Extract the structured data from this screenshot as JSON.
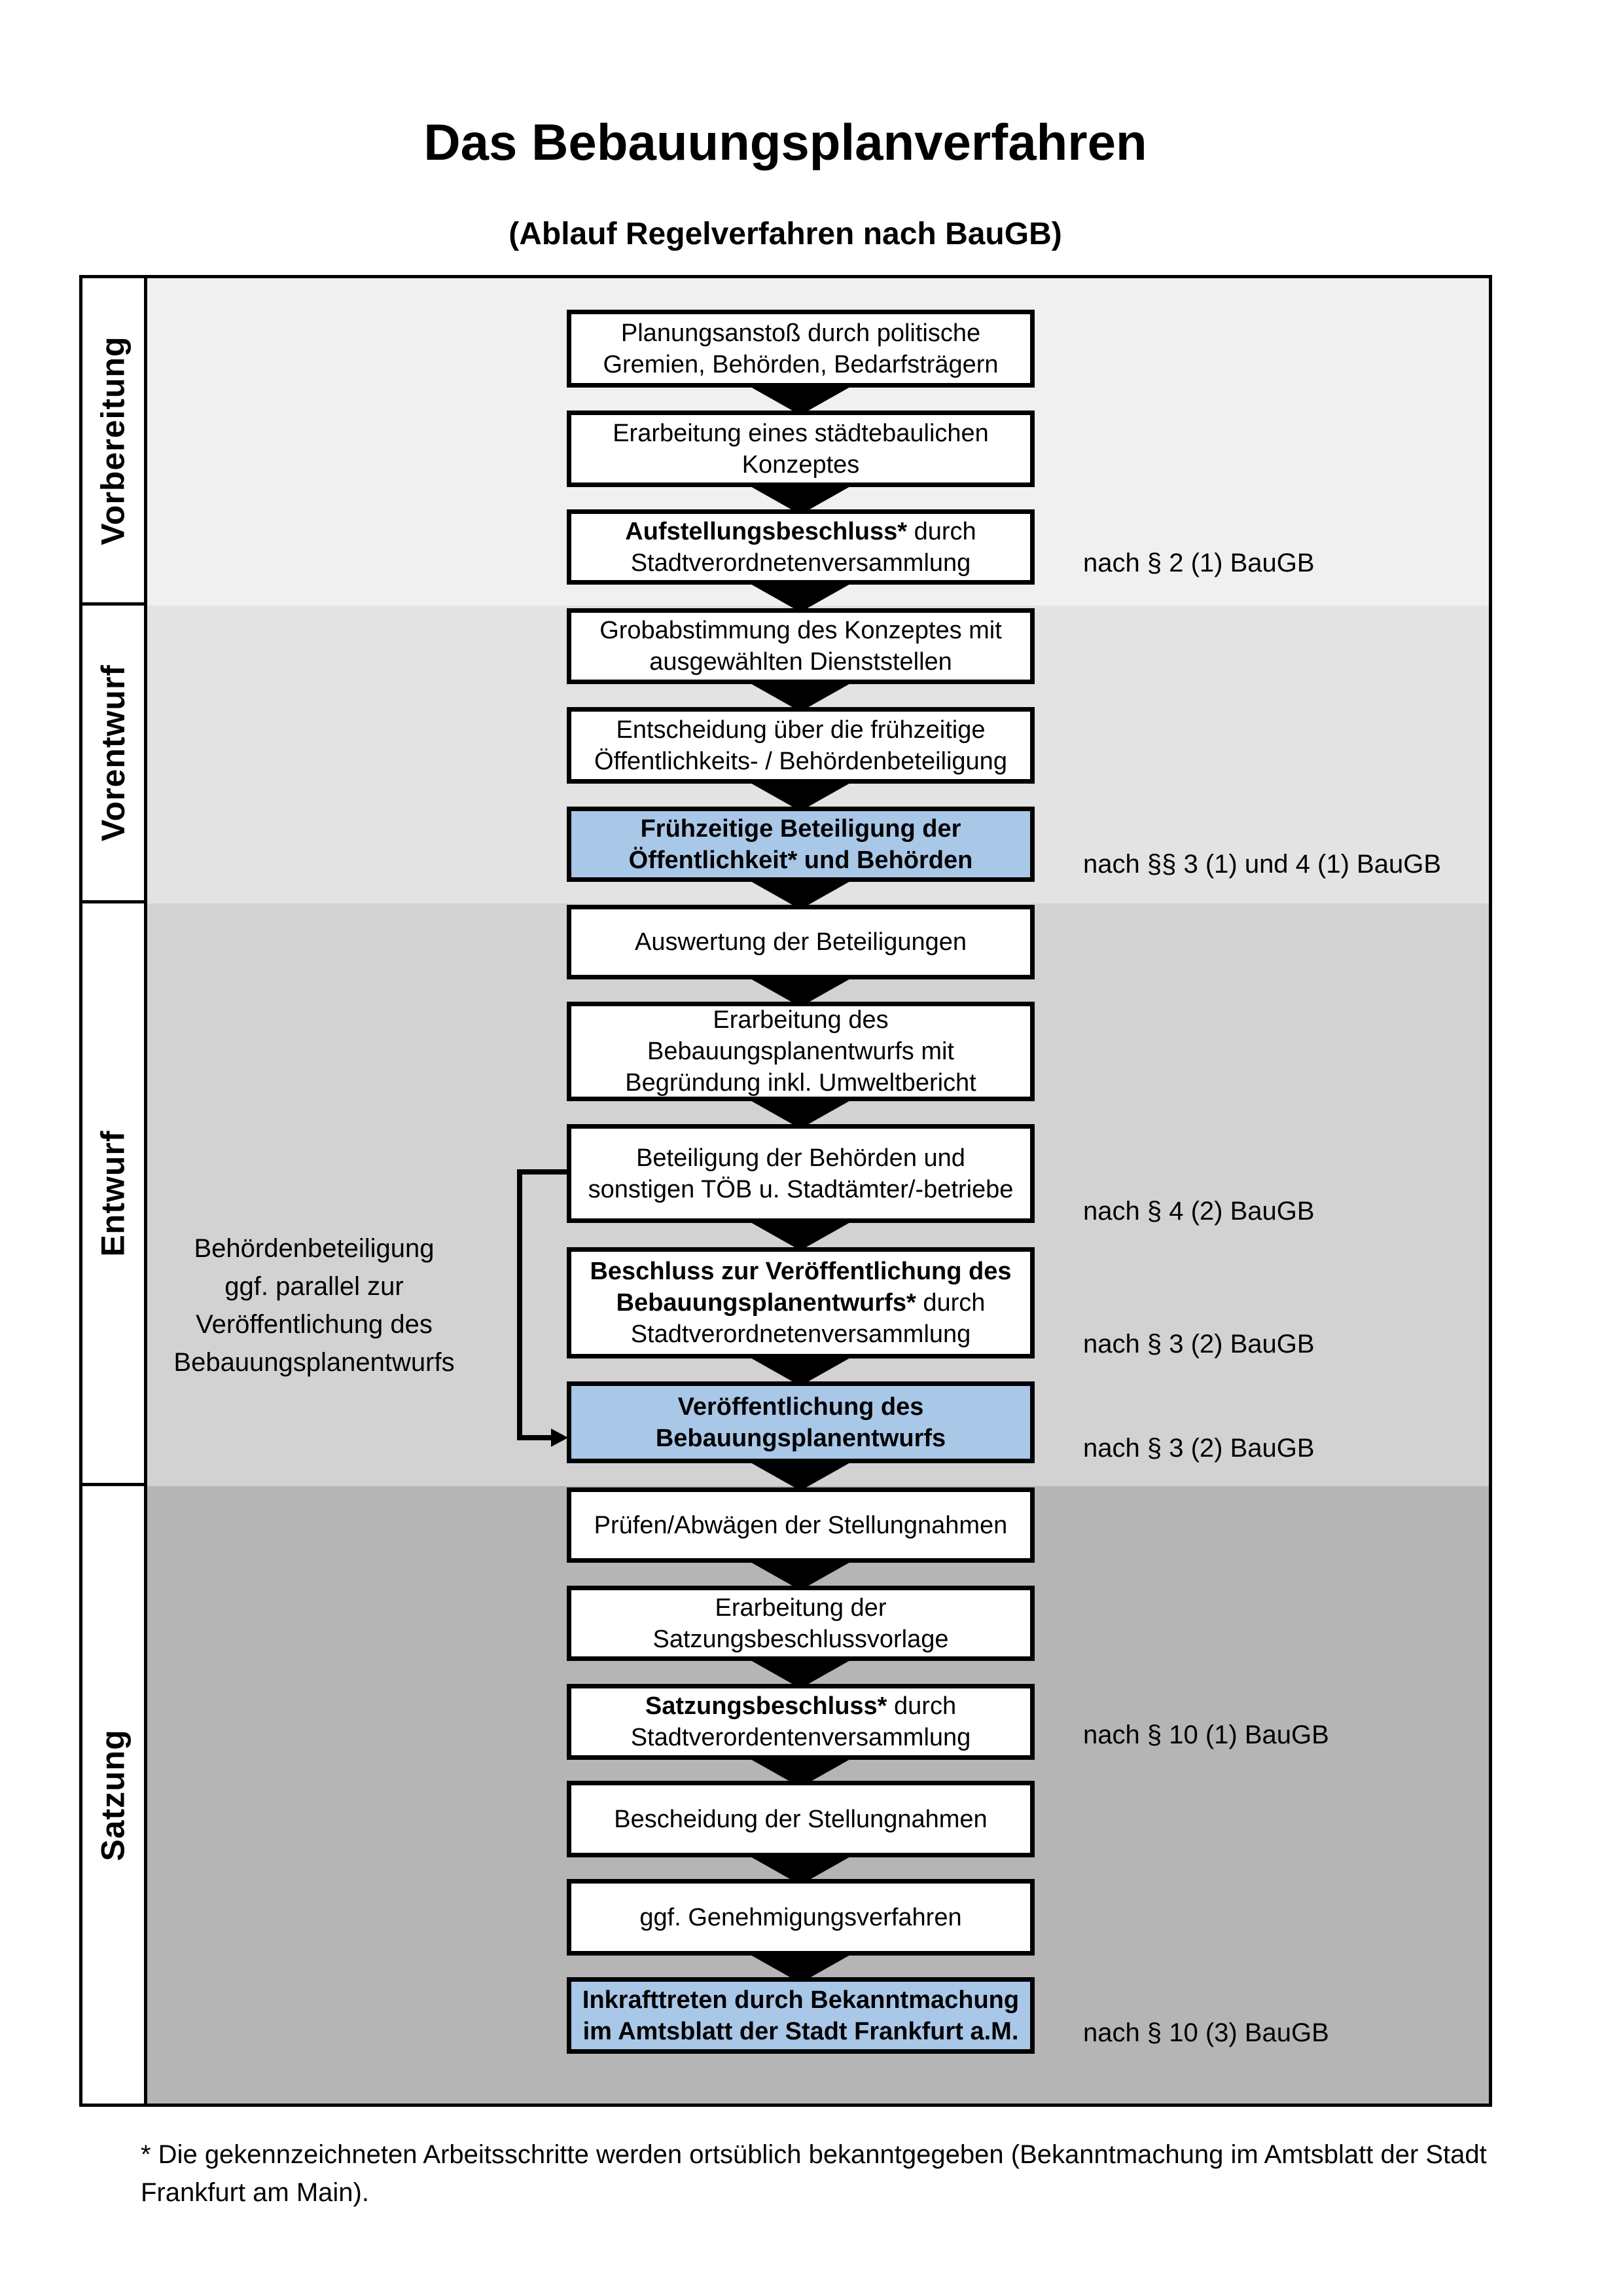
{
  "title": "Das Bebauungsplanverfahren",
  "subtitle": "(Ablauf Regelverfahren nach BauGB)",
  "colors": {
    "highlight_box": "#a9c7e7",
    "phase_bands": [
      "#f0f0f0",
      "#e3e3e3",
      "#d2d2d2",
      "#b5b5b5"
    ],
    "box_border": "#000000"
  },
  "phases": [
    {
      "label": "Vorbereitung"
    },
    {
      "label": "Vorentwurf"
    },
    {
      "label": "Entwurf"
    },
    {
      "label": "Satzung"
    }
  ],
  "boxes": [
    {
      "highlight": false,
      "lines": [
        {
          "bold": "",
          "text": "Planungsanstoß durch politische"
        },
        {
          "bold": "",
          "text": "Gremien, Behörden, Bedarfsträgern"
        }
      ]
    },
    {
      "highlight": false,
      "lines": [
        {
          "bold": "",
          "text": "Erarbeitung eines städtebaulichen"
        },
        {
          "bold": "",
          "text": "Konzeptes"
        }
      ]
    },
    {
      "highlight": false,
      "lines": [
        {
          "bold": "Aufstellungsbeschluss*",
          "text": " durch"
        },
        {
          "bold": "",
          "text": "Stadtverordnetenversammlung"
        }
      ]
    },
    {
      "highlight": false,
      "lines": [
        {
          "bold": "",
          "text": "Grobabstimmung des Konzeptes mit"
        },
        {
          "bold": "",
          "text": "ausgewählten Dienststellen"
        }
      ]
    },
    {
      "highlight": false,
      "lines": [
        {
          "bold": "",
          "text": "Entscheidung über die frühzeitige"
        },
        {
          "bold": "",
          "text": "Öffentlichkeits- / Behördenbeteiligung"
        }
      ]
    },
    {
      "highlight": true,
      "lines": [
        {
          "bold": "Frühzeitige Beteiligung der",
          "text": ""
        },
        {
          "bold": "Öffentlichkeit* und Behörden",
          "text": ""
        }
      ]
    },
    {
      "highlight": false,
      "lines": [
        {
          "bold": "",
          "text": "Auswertung der Beteiligungen"
        }
      ]
    },
    {
      "highlight": false,
      "lines": [
        {
          "bold": "",
          "text": "Erarbeitung des"
        },
        {
          "bold": "",
          "text": "Bebauungsplanentwurfs mit"
        },
        {
          "bold": "",
          "text": "Begründung inkl. Umweltbericht"
        }
      ]
    },
    {
      "highlight": false,
      "lines": [
        {
          "bold": "",
          "text": "Beteiligung der Behörden und"
        },
        {
          "bold": "",
          "text": "sonstigen TÖB u. Stadtämter/-betriebe"
        }
      ]
    },
    {
      "highlight": false,
      "lines": [
        {
          "bold": "Beschluss zur Veröffentlichung des",
          "text": ""
        },
        {
          "bold": "Bebauungsplanentwurfs*",
          "text": " durch"
        },
        {
          "bold": "",
          "text": "Stadtverordnetenversammlung"
        }
      ]
    },
    {
      "highlight": true,
      "lines": [
        {
          "bold": "Veröffentlichung des",
          "text": ""
        },
        {
          "bold": "Bebauungsplanentwurfs",
          "text": ""
        }
      ]
    },
    {
      "highlight": false,
      "lines": [
        {
          "bold": "",
          "text": "Prüfen/Abwägen der Stellungnahmen"
        }
      ]
    },
    {
      "highlight": false,
      "lines": [
        {
          "bold": "",
          "text": "Erarbeitung der"
        },
        {
          "bold": "",
          "text": "Satzungsbeschlussvorlage"
        }
      ]
    },
    {
      "highlight": false,
      "lines": [
        {
          "bold": "Satzungsbeschluss*",
          "text": " durch"
        },
        {
          "bold": "",
          "text": "Stadtverordentenversammlung"
        }
      ]
    },
    {
      "highlight": false,
      "lines": [
        {
          "bold": "",
          "text": "Bescheidung der Stellungnahmen"
        }
      ]
    },
    {
      "highlight": false,
      "lines": [
        {
          "bold": "",
          "text": "ggf. Genehmigungsverfahren"
        }
      ]
    },
    {
      "highlight": true,
      "lines": [
        {
          "bold": "Inkrafttreten",
          "text": " durch Bekanntmachung"
        },
        {
          "bold": "",
          "text": "im Amtsblatt der Stadt Frankfurt a.M."
        }
      ]
    }
  ],
  "legal_refs": [
    "nach § 2 (1) BauGB",
    "nach §§ 3 (1) und 4 (1) BauGB",
    "nach § 4 (2) BauGB",
    "nach § 3 (2) BauGB",
    "nach § 3 (2) BauGB",
    "nach § 10 (1) BauGB",
    "nach § 10 (3) BauGB"
  ],
  "side_note": {
    "lines": [
      "Behördenbeteiligung",
      "ggf. parallel zur",
      "Veröffentlichung des",
      "Bebauungsplanentwurfs"
    ]
  },
  "footnote": "* Die gekennzeichneten Arbeitsschritte werden ortsüblich bekanntgegeben (Bekanntmachung im Amtsblatt  der Stadt Frankfurt am Main)."
}
